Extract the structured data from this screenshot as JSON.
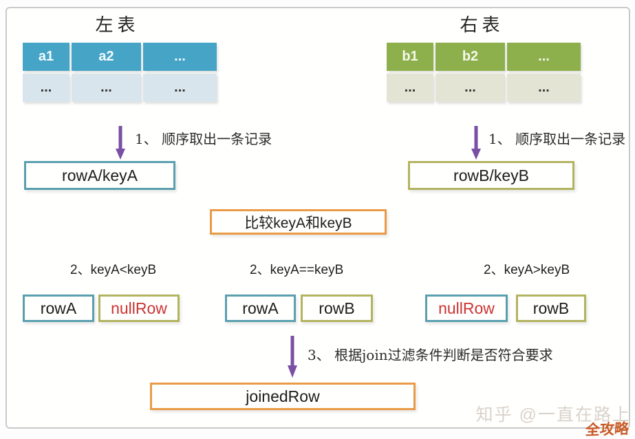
{
  "left_table": {
    "title": "左表",
    "headers": [
      "a1",
      "a2",
      "..."
    ],
    "row": [
      "...",
      "...",
      "..."
    ],
    "header_bg": "#46a4c6",
    "row_bg": "#d9e5ec"
  },
  "right_table": {
    "title": "右表",
    "headers": [
      "b1",
      "b2",
      "..."
    ],
    "row": [
      "...",
      "...",
      "..."
    ],
    "header_bg": "#8db04c",
    "row_bg": "#e3e4d3"
  },
  "steps": {
    "step1_left": "1、 顺序取出一条记录",
    "step1_right": "1、 顺序取出一条记录",
    "step3": "3、 根据join过滤条件判断是否符合要求"
  },
  "boxes": {
    "rowA_keyA": "rowA/keyA",
    "rowB_keyB": "rowB/keyB",
    "compare": "比较keyA和keyB",
    "joined": "joinedRow"
  },
  "branches": [
    {
      "label": "2、keyA<keyB",
      "boxes": [
        {
          "text": "rowA"
        },
        {
          "text": "nullRow"
        }
      ]
    },
    {
      "label": "2、keyA==keyB",
      "boxes": [
        {
          "text": "rowA"
        },
        {
          "text": "rowB"
        }
      ]
    },
    {
      "label": "2、keyA>keyB",
      "boxes": [
        {
          "text": "nullRow"
        },
        {
          "text": "rowB"
        }
      ]
    }
  ],
  "watermark": {
    "credit": "知乎 @一直在路上",
    "badge": "全攻略"
  },
  "colors": {
    "teal_header": "#46a4c6",
    "teal_row_bg": "#d9e5ec",
    "green_header": "#8db04c",
    "green_row_bg": "#e3e4d3",
    "teal_border": "#5a9fae",
    "olive_border": "#b2b35f",
    "orange_border": "#e99a45",
    "purple_arrow": "#7a4fa4",
    "null_row_red": "#cc3333",
    "watermark_gray": "#d9d2c9",
    "badge_orange": "#c75b28"
  }
}
